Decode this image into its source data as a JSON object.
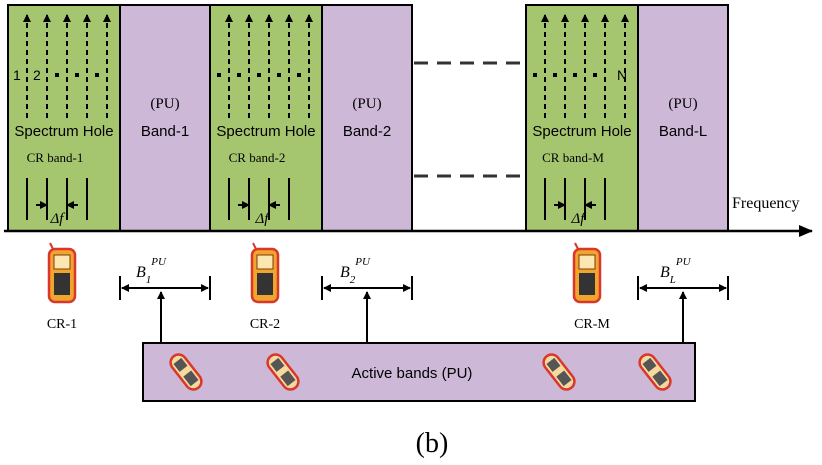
{
  "cr_bands": [
    {
      "hole_label": "Spectrum Hole",
      "band_label": "CR band-1",
      "delta_label": "Δf",
      "channel_labels": [
        "1",
        "2"
      ],
      "device_label": "CR-1"
    },
    {
      "hole_label": "Spectrum Hole",
      "band_label": "CR band-2",
      "delta_label": "Δf",
      "channel_labels": [],
      "device_label": "CR-2"
    },
    {
      "hole_label": "Spectrum Hole",
      "band_label": "CR band-M",
      "delta_label": "Δf",
      "channel_labels": [
        "N"
      ],
      "device_label": "CR-M"
    }
  ],
  "pu_bands": [
    {
      "tag": "(PU)",
      "label": "Band-1",
      "bw_symbol": "B",
      "bw_sub": "1",
      "bw_sup": "PU"
    },
    {
      "tag": "(PU)",
      "label": "Band-2",
      "bw_symbol": "B",
      "bw_sub": "2",
      "bw_sup": "PU"
    },
    {
      "tag": "(PU)",
      "label": "Band-L",
      "bw_symbol": "B",
      "bw_sub": "L",
      "bw_sup": "PU"
    }
  ],
  "axis_label": "Frequency",
  "active_bands_label": "Active bands (PU)",
  "caption": "(b)",
  "colors": {
    "cr_band_fill": "#a6c56f",
    "pu_band_fill": "#cdb8d8",
    "active_box_fill": "#cdb8d8",
    "phone_outline": "#d9372a",
    "phone_body": "#f2a52c",
    "stroke": "#000000"
  },
  "icons": [
    "cr-phone-icon",
    "pu-handset-icon"
  ]
}
